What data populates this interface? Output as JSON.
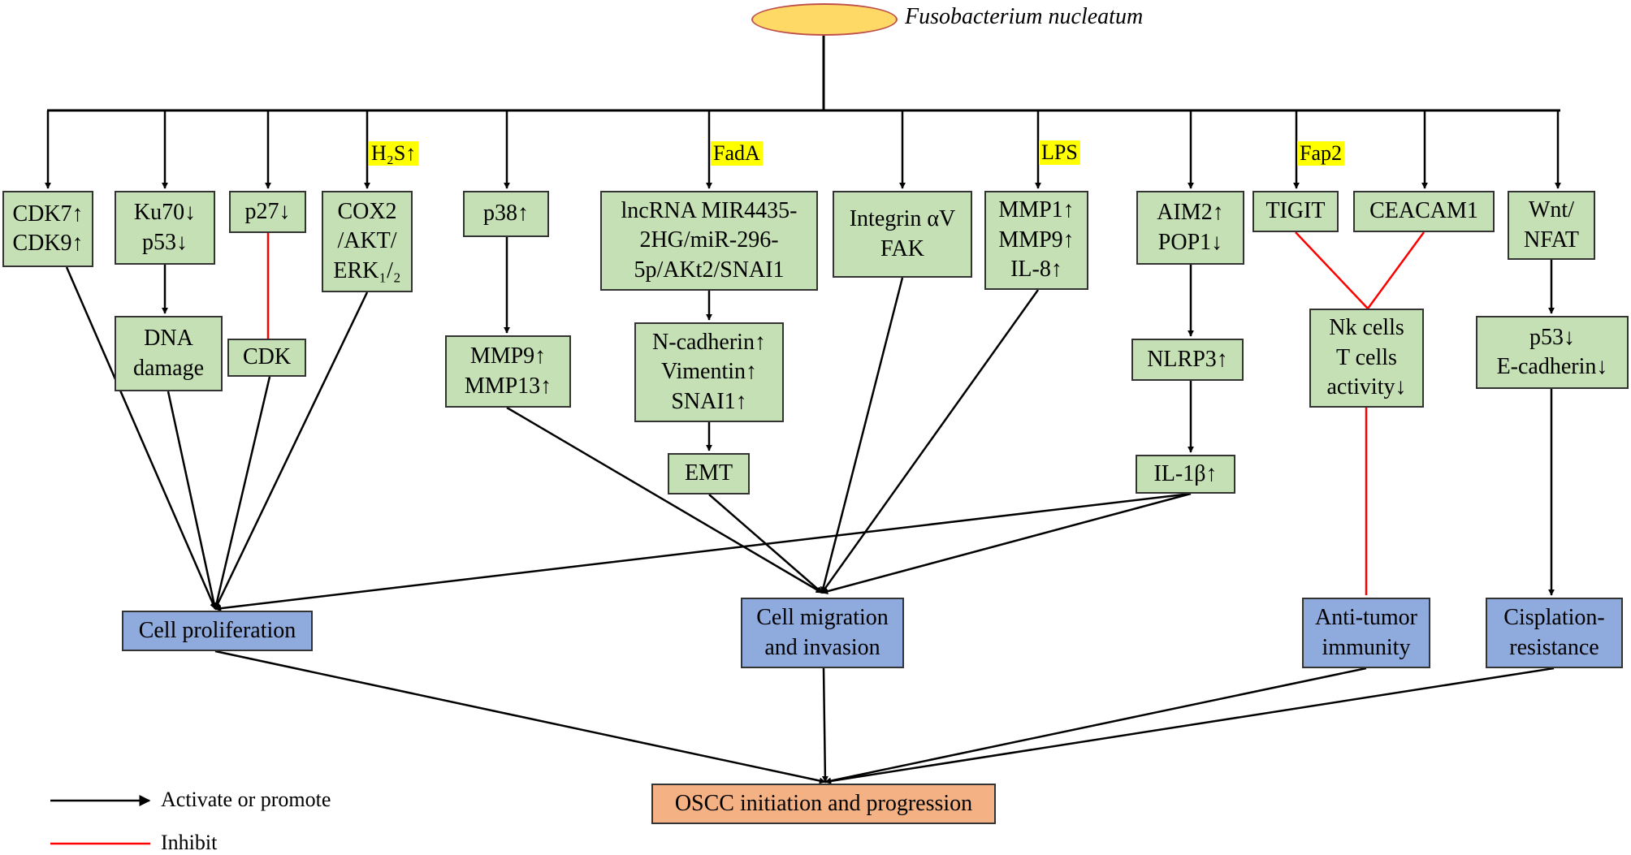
{
  "source": "Fusobacterium nucleatum",
  "mediators": {
    "h2s": "H₂S↑",
    "fada": "FadA",
    "lps": "LPS",
    "fap2": "Fap2"
  },
  "nodes": {
    "cdk79": "CDK7↑\nCDK9↑",
    "ku70": "Ku70↓\np53↓",
    "p27": "p27↓",
    "cox2": "COX2\n/AKT/\nERK₁/₂",
    "p38": "p38↑",
    "lncrna": "lncRNA MIR4435-\n2HG/miR-296-\n5p/AKt2/SNAI1",
    "integrin": "Integrin αV\nFAK",
    "mmp": "MMP1↑\nMMP9↑\nIL-8↑",
    "aim2": "AIM2↑\nPOP1↓",
    "tigit": "TIGIT",
    "ceacam1": "CEACAM1",
    "wnt": "Wnt/\nNFAT",
    "dna": "DNA\ndamage",
    "cdk": "CDK",
    "mmp913": "MMP9↑\nMMP13↑",
    "ncad": "N-cadherin↑\nVimentin↑\nSNAI1↑",
    "emt": "EMT",
    "nlrp3": "NLRP3↑",
    "il1b": "IL-1β↑",
    "nk": "Nk cells\nT cells\nactivity↓",
    "p53e": "p53↓\nE-cadherin↓"
  },
  "outcomes": {
    "prolif": "Cell proliferation",
    "migr": "Cell migration\nand invasion",
    "antitumor": "Anti-tumor\nimmunity",
    "cispl": "Cisplation-\nresistance",
    "oscc": "OSCC initiation and progression"
  },
  "legend": {
    "activate": "Activate or promote",
    "inhibit": "Inhibit"
  },
  "colors": {
    "node_fill": "#c5e0b4",
    "outcome_fill": "#8faadc",
    "final_fill": "#f4b183",
    "source_fill": "#ffd966",
    "highlight": "#ffff00",
    "inhibit_line": "#ff0000",
    "activate_line": "#000000"
  }
}
